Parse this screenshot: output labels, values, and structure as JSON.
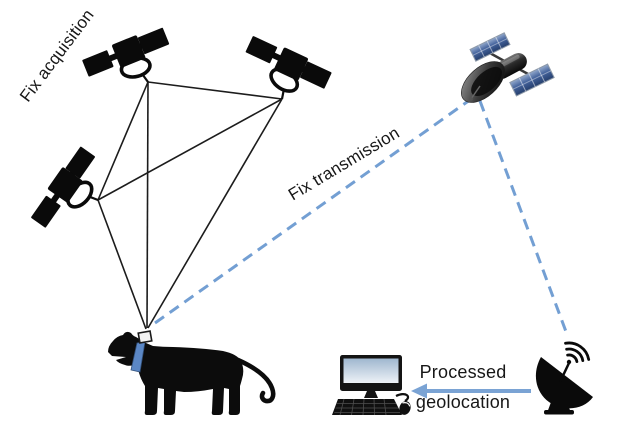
{
  "diagram": {
    "type": "flow-diagram",
    "description": "Wildlife GPS telemetry workflow: GPS satellites acquire a fix on a collared tiger, the fix is transmitted via a communication satellite to a ground antenna, and the processed geolocation is delivered to a computer",
    "labels": {
      "fix_acquisition": "Fix acquisition",
      "fix_transmission": "Fix transmission",
      "processed_line1": "Processed",
      "processed_line2": "geolocation"
    },
    "nodes": [
      {
        "id": "gps-satellite-1",
        "type": "gps-satellite"
      },
      {
        "id": "gps-satellite-2",
        "type": "gps-satellite"
      },
      {
        "id": "gps-satellite-3",
        "type": "gps-satellite"
      },
      {
        "id": "tracked-animal",
        "type": "tiger-with-gps-collar"
      },
      {
        "id": "comm-satellite",
        "type": "communication-satellite"
      },
      {
        "id": "ground-station",
        "type": "satellite-dish-antenna"
      },
      {
        "id": "computer",
        "type": "desktop-computer"
      }
    ],
    "edges": [
      {
        "from": "gps-satellite-1",
        "to": "gps-satellite-2",
        "style": "solid-black"
      },
      {
        "from": "gps-satellite-1",
        "to": "gps-satellite-3",
        "style": "solid-black"
      },
      {
        "from": "gps-satellite-2",
        "to": "gps-satellite-3",
        "style": "solid-black"
      },
      {
        "from": "gps-satellite-1",
        "to": "tracked-animal",
        "style": "solid-black",
        "label": "Fix acquisition"
      },
      {
        "from": "gps-satellite-2",
        "to": "tracked-animal",
        "style": "solid-black"
      },
      {
        "from": "gps-satellite-3",
        "to": "tracked-animal",
        "style": "solid-black"
      },
      {
        "from": "tracked-animal",
        "to": "comm-satellite",
        "style": "dashed-blue",
        "label": "Fix transmission"
      },
      {
        "from": "comm-satellite",
        "to": "ground-station",
        "style": "dashed-blue"
      },
      {
        "from": "ground-station",
        "to": "computer",
        "style": "solid-blue-arrow",
        "label": "Processed geolocation"
      }
    ],
    "colors": {
      "line_black": "#1c1c1c",
      "dashed_link_blue": "#739fd3",
      "arrow_blue": "#7aa3d4",
      "collar_blue": "#5b87c5",
      "solar_panel_blue": "#44639c",
      "screen_gradient_top": "#9fb7cf",
      "screen_gradient_bottom": "#eef2f7"
    }
  }
}
